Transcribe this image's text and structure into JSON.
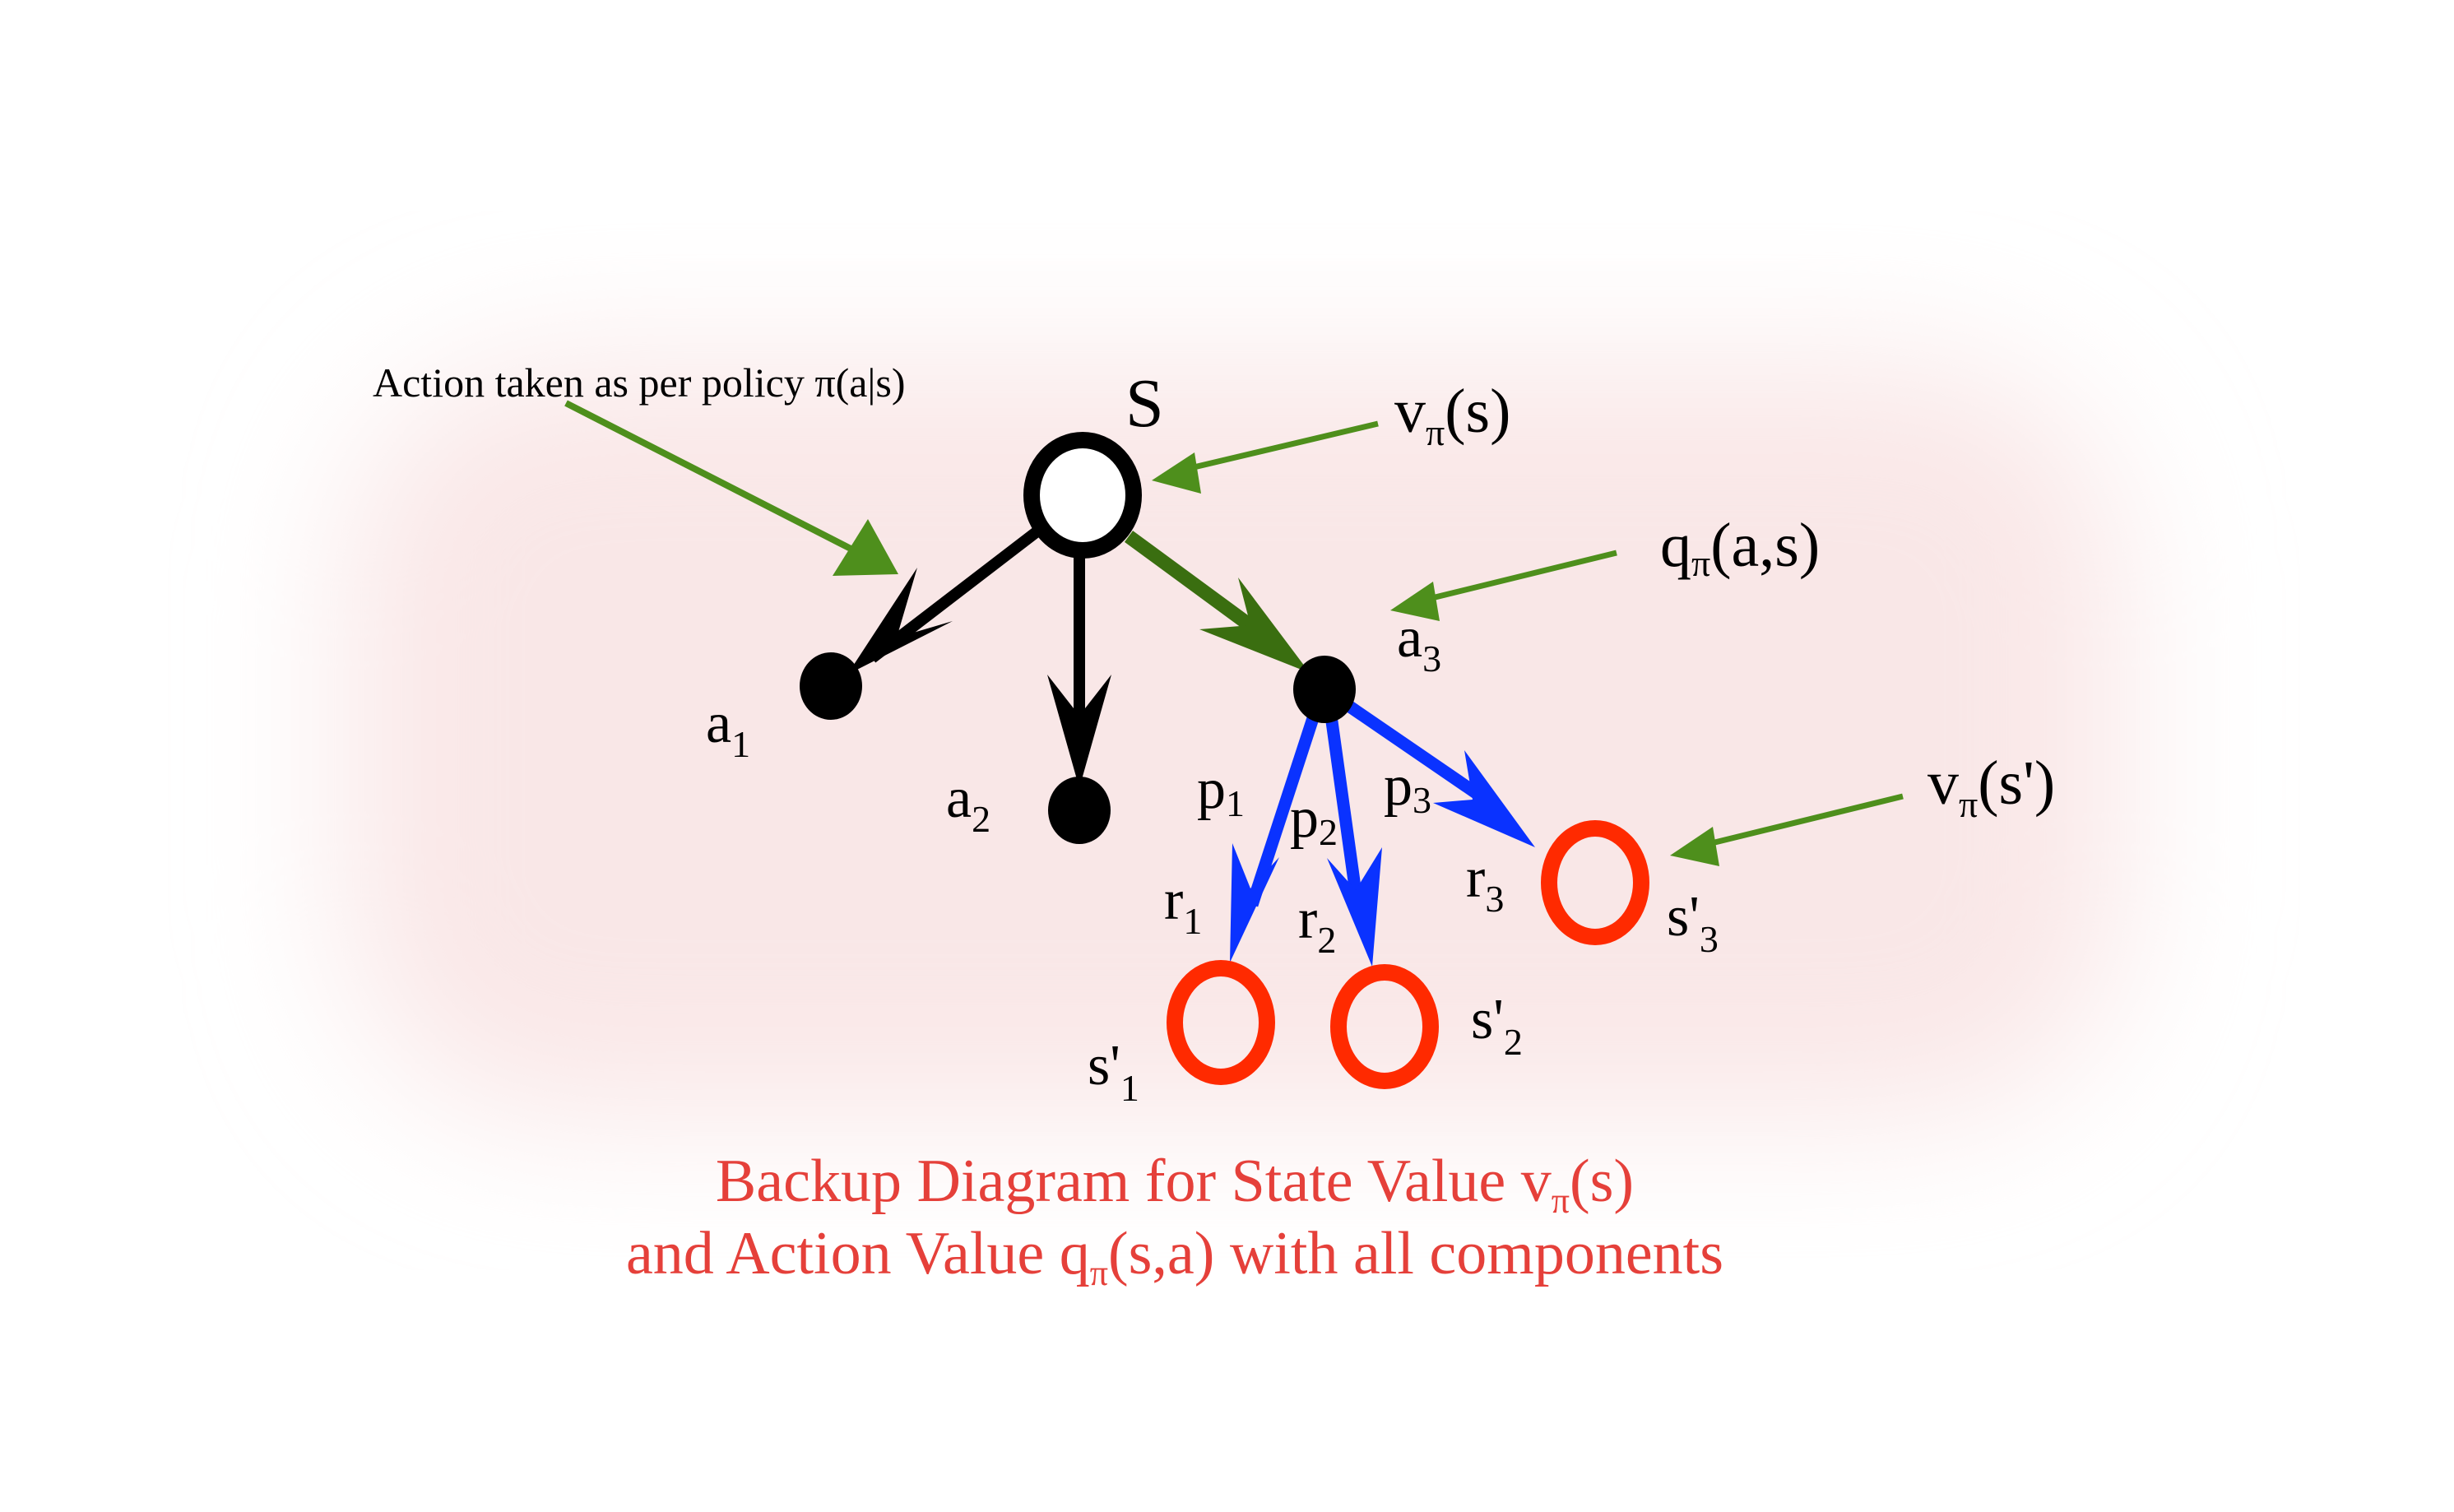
{
  "colors": {
    "background": "#ffffff",
    "glow": "#f7e3e3",
    "node_black": "#000000",
    "policy_arrow_green": "#3a6e10",
    "annotation_green": "#4e8f1c",
    "transition_blue": "#0a32ff",
    "next_state_red": "#ff2a00",
    "caption_red": "#e5403a"
  },
  "nodes": {
    "state": {
      "label": "S"
    },
    "actions": [
      {
        "label_main": "a",
        "label_sub": "1"
      },
      {
        "label_main": "a",
        "label_sub": "2"
      },
      {
        "label_main": "a",
        "label_sub": "3"
      }
    ],
    "next_states": [
      {
        "label_main": "s'",
        "label_sub": "1"
      },
      {
        "label_main": "s'",
        "label_sub": "2"
      },
      {
        "label_main": "s'",
        "label_sub": "3"
      }
    ]
  },
  "transitions": [
    {
      "p_main": "p",
      "p_sub": "1",
      "r_main": "r",
      "r_sub": "1"
    },
    {
      "p_main": "p",
      "p_sub": "2",
      "r_main": "r",
      "r_sub": "2"
    },
    {
      "p_main": "p",
      "p_sub": "3",
      "r_main": "r",
      "r_sub": "3"
    }
  ],
  "annotations": {
    "policy": "Action taken as per policy π(a|s)",
    "state_value": {
      "main": "v",
      "sub": "π",
      "arg": "(s)"
    },
    "action_value": {
      "main": "q",
      "sub": "π",
      "arg": "(a,s)"
    },
    "next_state_value": {
      "main": "v",
      "sub": "π",
      "arg": "(s')"
    }
  },
  "caption": {
    "line1_prefix": "Backup Diagram for State Value v",
    "line1_sub": "π",
    "line1_suffix": "(s)",
    "line2_prefix": "and Action Value q",
    "line2_sub": "π",
    "line2_suffix": "(s,a) with all components"
  }
}
